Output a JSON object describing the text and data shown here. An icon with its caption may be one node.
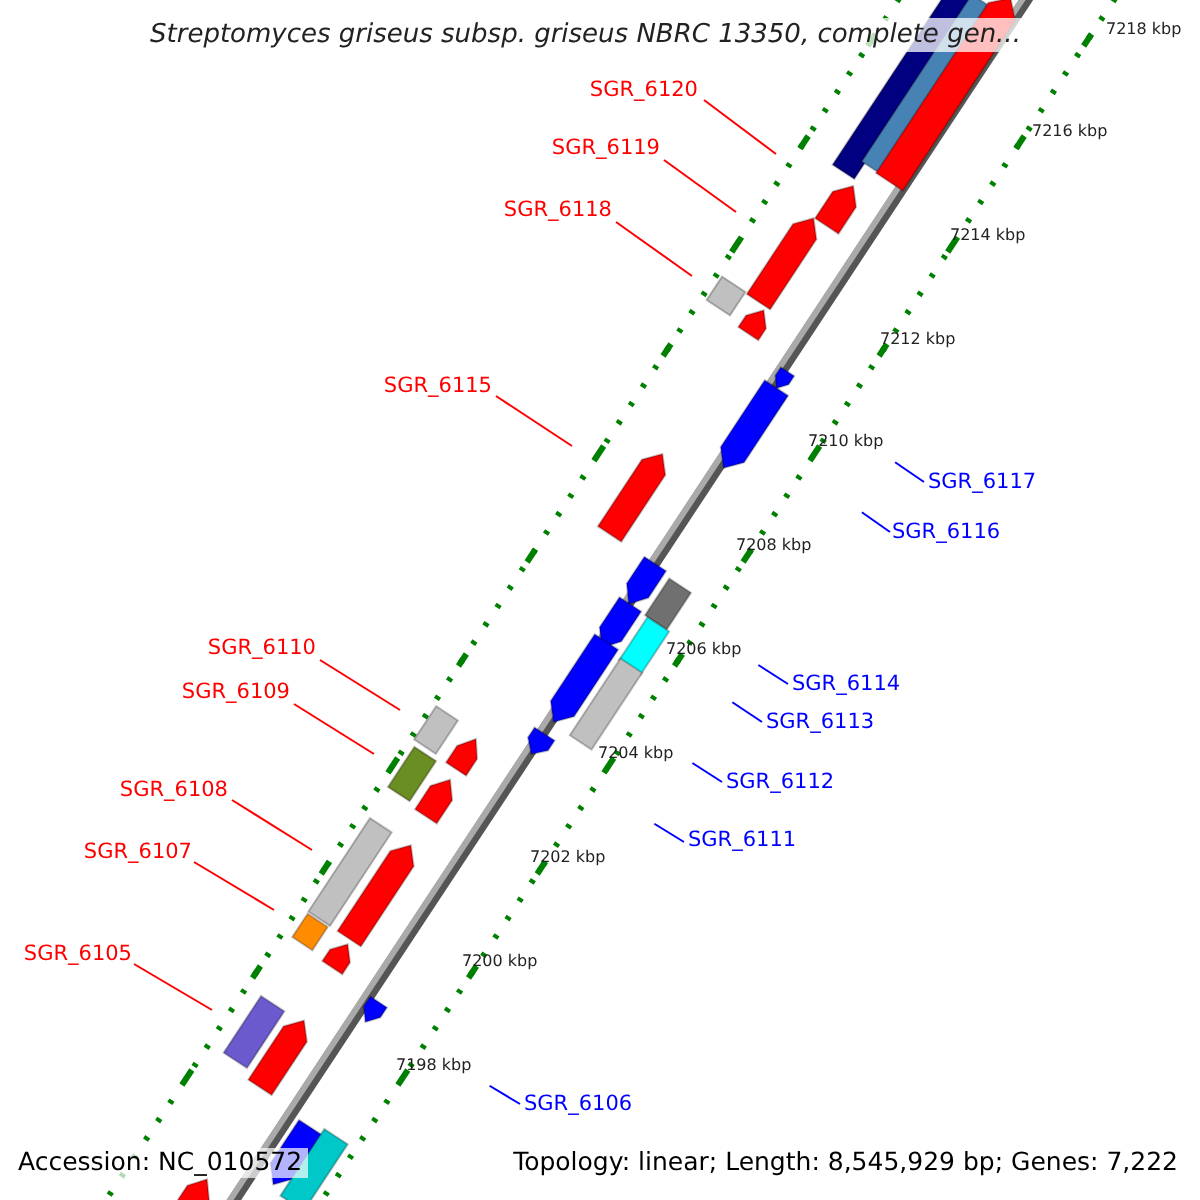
{
  "diagram": {
    "title": "Streptomyces griseus subsp. griseus NBRC 13350, complete gen...",
    "nodes": [
      {
        "text": [
          "SGR_6120"
        ]
      },
      {
        "text": [
          "SGR_6119"
        ]
      },
      {
        "text": [
          "SGR_6118"
        ]
      },
      {
        "text": [
          "SGR_6115"
        ]
      },
      {
        "text": [
          "SGR_6117"
        ]
      },
      {
        "text": [
          "SGR_6116"
        ]
      },
      {
        "text": [
          "SGR_6110"
        ]
      },
      {
        "text": [
          "SGR_6114"
        ]
      },
      {
        "text": [
          "SGR_6109"
        ]
      },
      {
        "text": [
          "SGR_6113"
        ]
      },
      {
        "text": [
          "SGR_6112"
        ]
      },
      {
        "text": [
          "SGR_6108"
        ]
      },
      {
        "text": [
          "SGR_6111"
        ]
      },
      {
        "text": [
          "SGR_6107"
        ]
      },
      {
        "text": [
          "SGR_6105"
        ]
      },
      {
        "text": [
          "SGR_6106"
        ]
      }
    ],
    "edges": [
      {
        "from": 0,
        "to": null,
        "arrow": "none",
        "color": "#ff0000"
      },
      {
        "from": 1,
        "to": null,
        "arrow": "none",
        "color": "#ff0000"
      },
      {
        "from": 2,
        "to": null,
        "arrow": "none",
        "color": "#ff0000"
      },
      {
        "from": 3,
        "to": null,
        "arrow": "none",
        "color": "#ff0000"
      },
      {
        "from": 4,
        "to": null,
        "arrow": "none",
        "color": "#0000ff"
      },
      {
        "from": 5,
        "to": null,
        "arrow": "none",
        "color": "#0000ff"
      },
      {
        "from": 6,
        "to": null,
        "arrow": "none",
        "color": "#ff0000"
      },
      {
        "from": 7,
        "to": null,
        "arrow": "none",
        "color": "#0000ff"
      },
      {
        "from": 8,
        "to": null,
        "arrow": "none",
        "color": "#ff0000"
      },
      {
        "from": 9,
        "to": null,
        "arrow": "none",
        "color": "#0000ff"
      },
      {
        "from": 10,
        "to": null,
        "arrow": "none",
        "color": "#0000ff"
      },
      {
        "from": 11,
        "to": null,
        "arrow": "none",
        "color": "#ff0000"
      },
      {
        "from": 12,
        "to": null,
        "arrow": "none",
        "color": "#0000ff"
      },
      {
        "from": 13,
        "to": null,
        "arrow": "none",
        "color": "#ff0000"
      },
      {
        "from": 14,
        "to": null,
        "arrow": "none",
        "color": "#ff0000"
      },
      {
        "from": 15,
        "to": null,
        "arrow": "none",
        "color": "#0000ff"
      }
    ],
    "labels": [
      "7218 kbp",
      "7216 kbp",
      "7214 kbp",
      "7212 kbp",
      "7210 kbp",
      "7208 kbp",
      "7206 kbp",
      "7204 kbp",
      "7202 kbp",
      "7200 kbp",
      "7198 kbp",
      "Accession: NC_010572",
      "Topology: linear; Length: 8,545,929 bp; Genes: 7,222"
    ]
  }
}
